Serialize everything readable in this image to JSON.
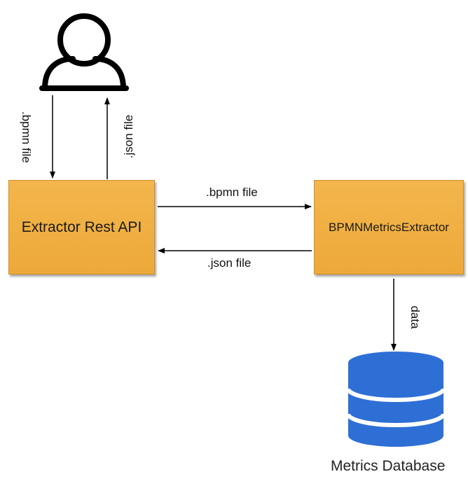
{
  "nodes": {
    "extractor_rest_api": "Extractor Rest API",
    "bpmn_metrics_extractor": "BPMNMetricsExtractor",
    "metrics_database": "Metrics Database"
  },
  "edges": {
    "user_to_api": ".bpmn file",
    "api_to_user": ".json file",
    "api_to_extractor": ".bpmn file",
    "extractor_to_api": ".json file",
    "extractor_to_db": "data"
  },
  "colors": {
    "box_fill": "#f0ae40",
    "db_fill": "#2e6fd6",
    "line": "#000000"
  },
  "icons": {
    "user": "user-icon",
    "database": "database-icon"
  }
}
